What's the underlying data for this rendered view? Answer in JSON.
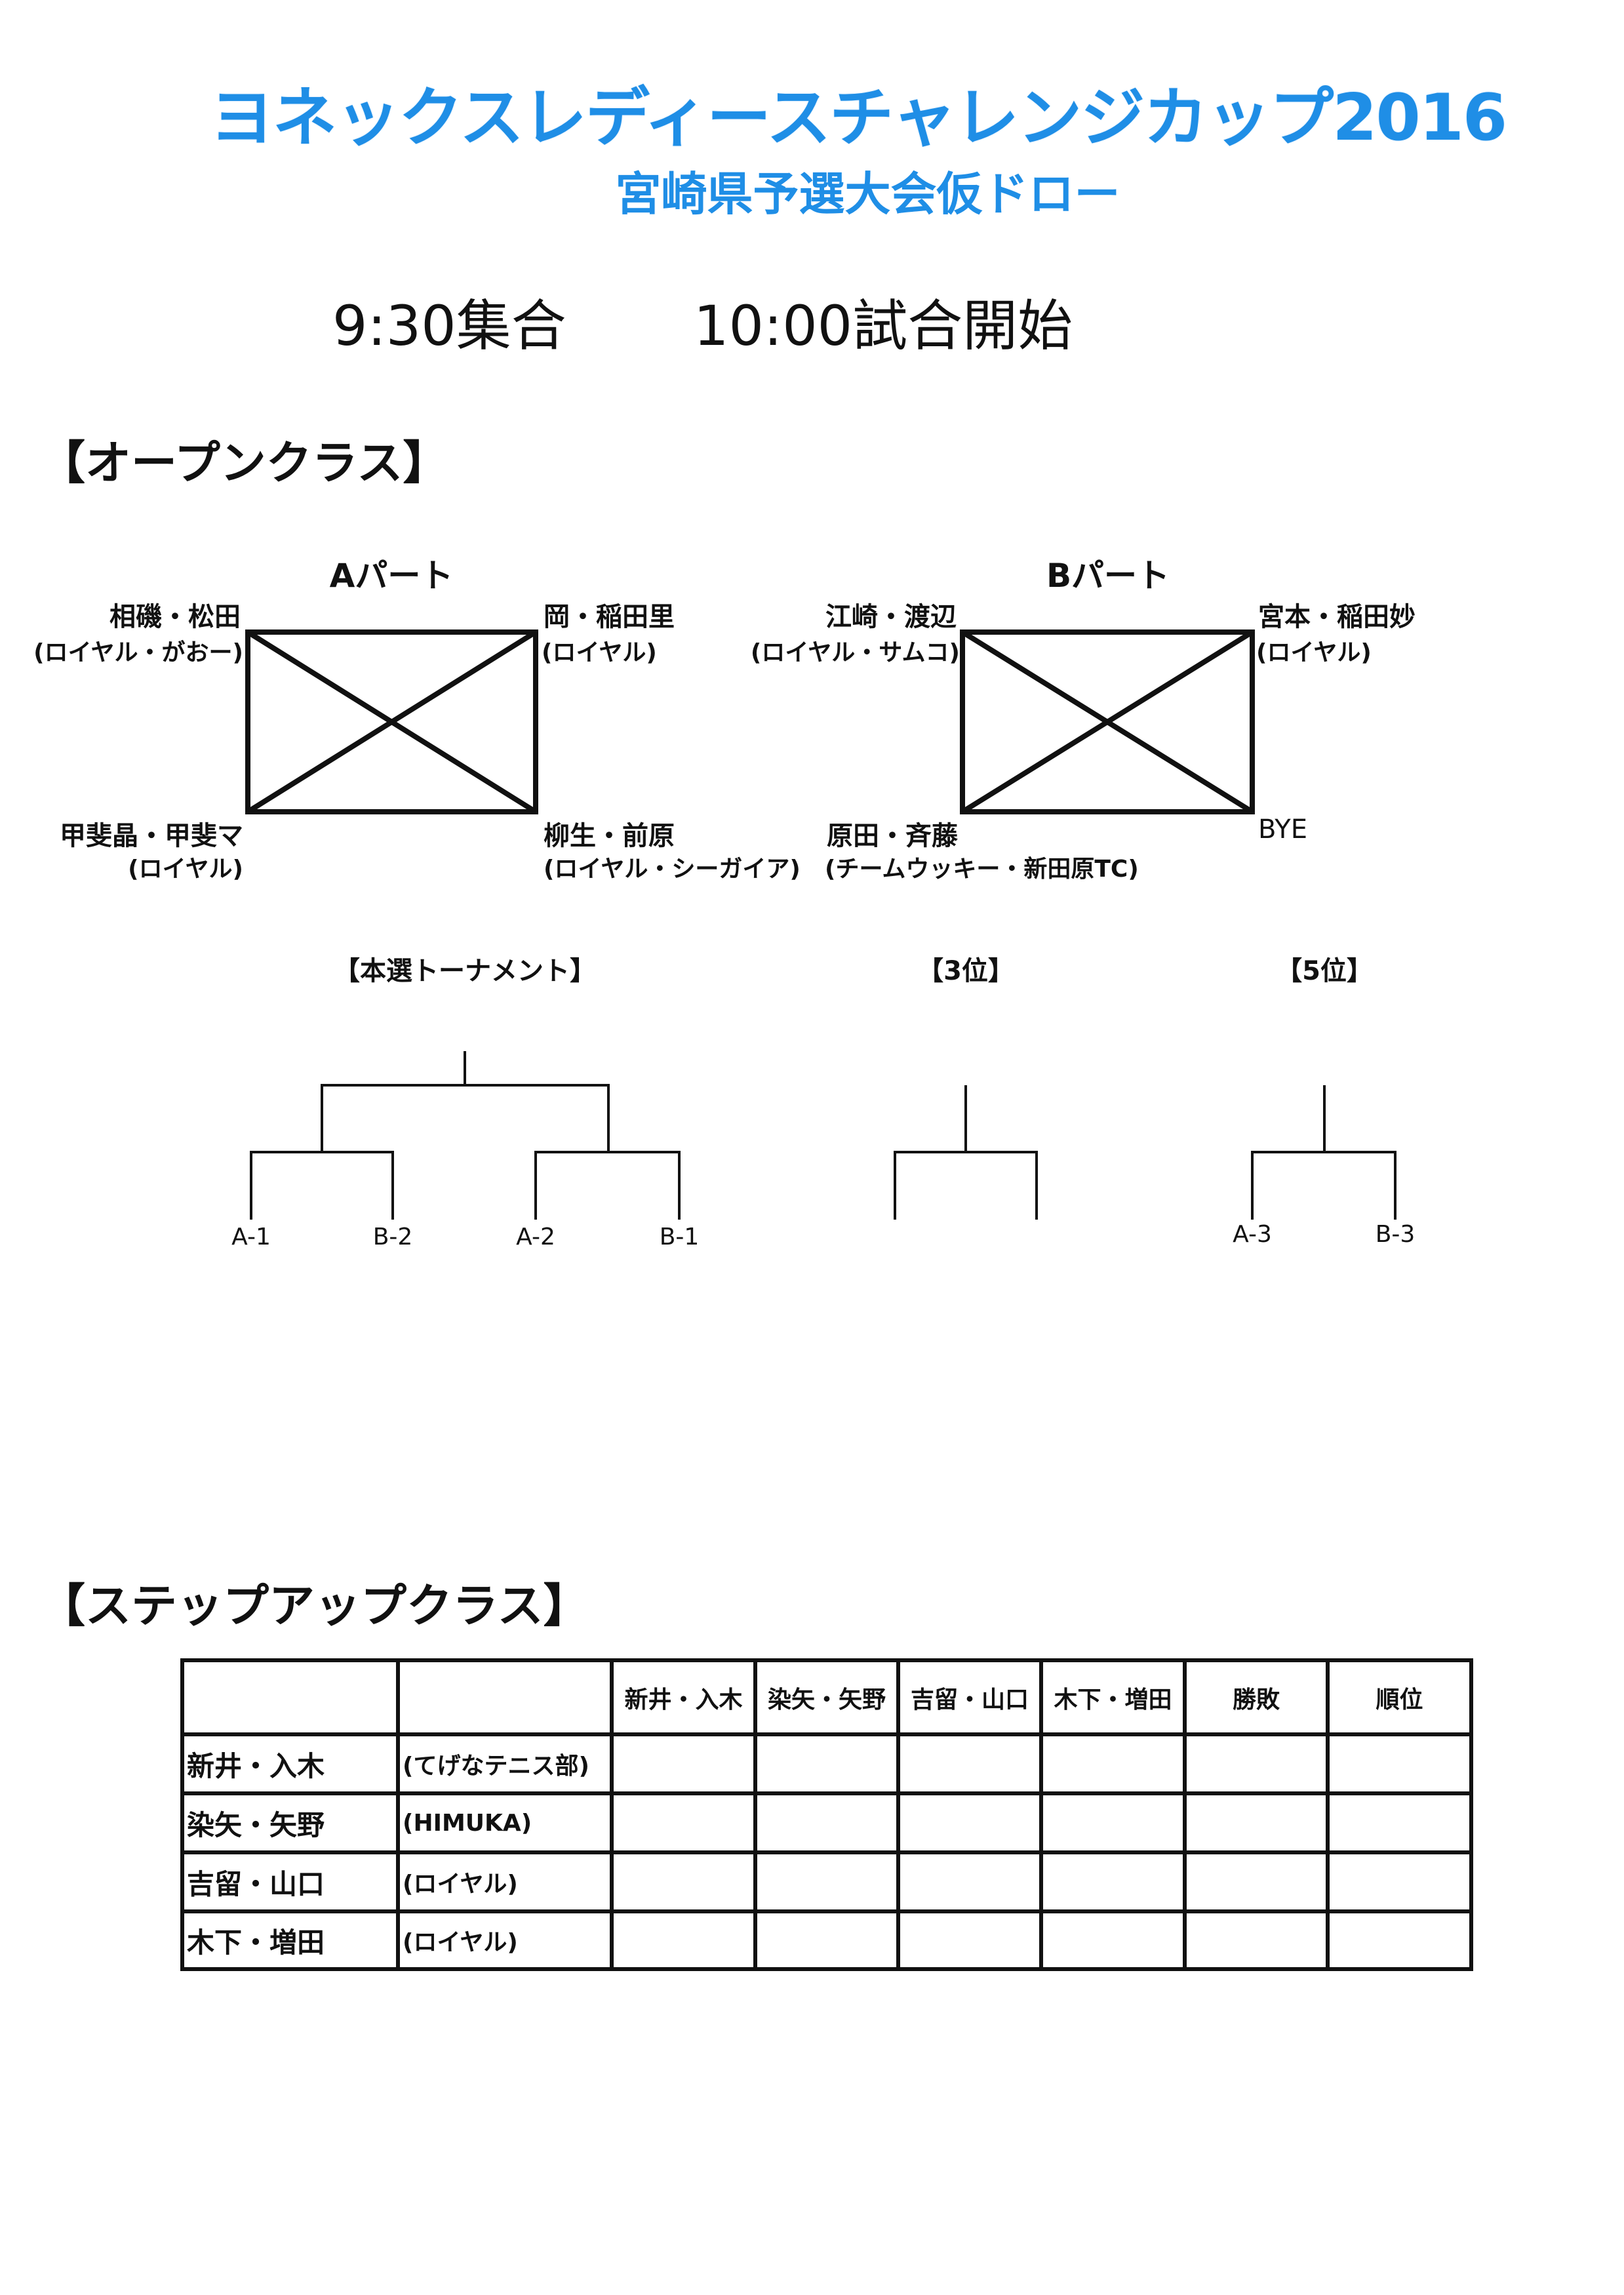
{
  "header": {
    "title": "ヨネックスレディースチャレンジカップ2016",
    "subtitle": "宮崎県予選大会仮ドロー",
    "assembly_time": "9:30集合",
    "start_time": "10:00試合開始"
  },
  "open_class": {
    "heading": "【オープンクラス】",
    "part_a": {
      "label": "Aパート",
      "top_left": {
        "names": "相磯・松田",
        "club": "(ロイヤル・がおー)"
      },
      "top_right": {
        "names": "岡・稲田里",
        "club": "(ロイヤル)"
      },
      "bottom_left": {
        "names": "甲斐晶・甲斐マ",
        "club": "(ロイヤル)"
      },
      "bottom_right": {
        "names": "柳生・前原",
        "club": "(ロイヤル・シーガイア)"
      }
    },
    "part_b": {
      "label": "Bパート",
      "top_left": {
        "names": "江崎・渡辺",
        "club": "(ロイヤル・サムコ)"
      },
      "top_right": {
        "names": "宮本・稲田妙",
        "club": "(ロイヤル)"
      },
      "bottom_left": {
        "names": "原田・斉藤",
        "club": "(チームウッキー・新田原TC)"
      },
      "bottom_right": {
        "names": "BYE"
      }
    },
    "main_tournament": {
      "heading": "【本選トーナメント】",
      "slots": [
        "A-1",
        "B-2",
        "A-2",
        "B-1"
      ]
    },
    "third_place": {
      "heading": "【3位】"
    },
    "fifth_place": {
      "heading": "【5位】",
      "slots": [
        "A-3",
        "B-3"
      ]
    }
  },
  "stepup_class": {
    "heading": "【ステップアップクラス】",
    "columns": [
      "",
      "",
      "新井・入木",
      "染矢・矢野",
      "吉留・山口",
      "木下・増田",
      "勝敗",
      "順位"
    ],
    "rows": [
      {
        "pair": "新井・入木",
        "club": "(てげなテニス部)"
      },
      {
        "pair": "染矢・矢野",
        "club": "(HIMUKA)"
      },
      {
        "pair": "吉留・山口",
        "club": "(ロイヤル)"
      },
      {
        "pair": "木下・増田",
        "club": "(ロイヤル)"
      }
    ]
  }
}
